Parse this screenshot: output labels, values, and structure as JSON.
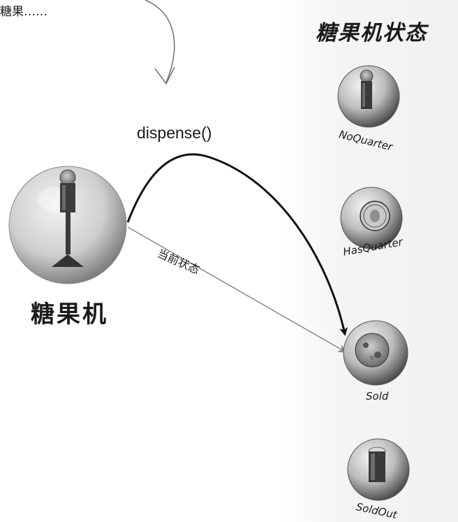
{
  "top_note": "糖果……",
  "states_title": "糖果机状态",
  "method_label": "dispense()",
  "transition_label": "当前状态",
  "machine_label": "糖果机",
  "states": [
    {
      "id": "noquarter",
      "label": "NoQuarter"
    },
    {
      "id": "hasquarter",
      "label": "HasQuarter"
    },
    {
      "id": "sold",
      "label": "Sold"
    },
    {
      "id": "soldout",
      "label": "SoldOut"
    }
  ],
  "colors": {
    "ink": "#1a1a1a",
    "state_arrow": "#8a8a8a",
    "sphere_dark": "#555555",
    "sphere_light": "#d8d8d8"
  }
}
